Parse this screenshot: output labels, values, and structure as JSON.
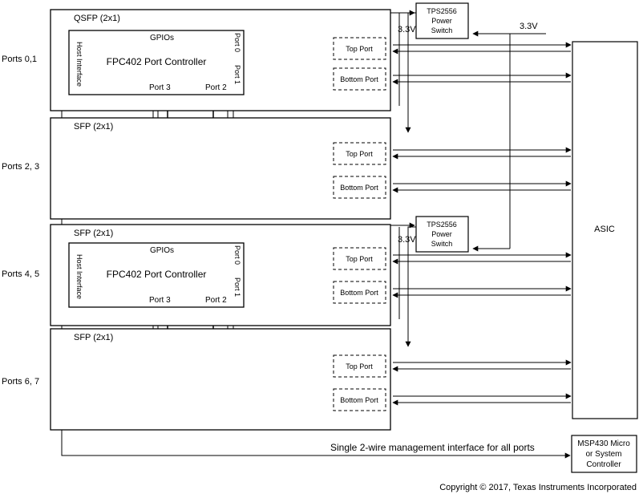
{
  "port_groups": [
    {
      "label": "Ports 0,1"
    },
    {
      "label": "Ports 2, 3"
    },
    {
      "label": "Ports 4, 5"
    },
    {
      "label": "Ports 6, 7"
    }
  ],
  "modules": [
    {
      "label": "QSFP (2x1)",
      "top_port": "Top Port",
      "bottom_port": "Bottom Port"
    },
    {
      "label": "SFP (2x1)",
      "top_port": "Top Port",
      "bottom_port": "Bottom Port"
    },
    {
      "label": "SFP (2x1)",
      "top_port": "Top Port",
      "bottom_port": "Bottom Port"
    },
    {
      "label": "SFP (2x1)",
      "top_port": "Top Port",
      "bottom_port": "Bottom Port"
    }
  ],
  "controllers": [
    {
      "title": "FPC402 Port Controller",
      "gpios": "GPIOs",
      "host_interface": "Host Interface",
      "port0": "Port 0",
      "port1": "Port 1",
      "port2": "Port 2",
      "port3": "Port 3"
    },
    {
      "title": "FPC402 Port Controller",
      "gpios": "GPIOs",
      "host_interface": "Host Interface",
      "port0": "Port 0",
      "port1": "Port 1",
      "port2": "Port 2",
      "port3": "Port 3"
    }
  ],
  "power_switches": [
    {
      "line1": "TPS2556",
      "line2": "Power",
      "line3": "Switch",
      "voltage": "3.3V"
    },
    {
      "line1": "TPS2556",
      "line2": "Power",
      "line3": "Switch",
      "voltage": "3.3V"
    }
  ],
  "supply_label": "3.3V",
  "asic_label": "ASIC",
  "mcu": {
    "line1": "MSP430 Micro",
    "line2": "or System",
    "line3": "Controller"
  },
  "management_label": "Single 2-wire management interface for all ports",
  "copyright": "Copyright © 2017, Texas Instruments Incorporated"
}
